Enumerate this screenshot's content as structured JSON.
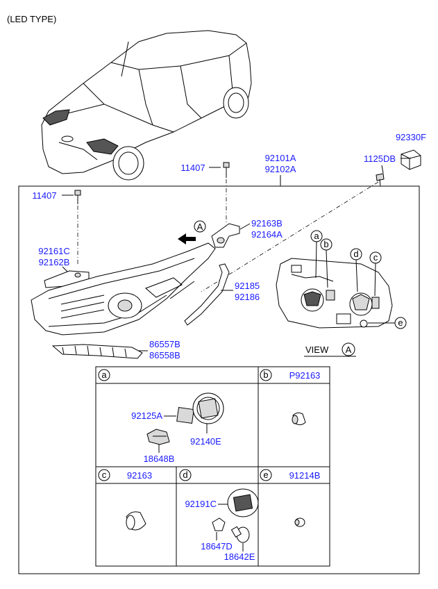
{
  "title": "(LED TYPE)",
  "view_label": "VIEW",
  "view_marker": "A",
  "arrow_marker": "A",
  "labels": {
    "p92330F": "92330F",
    "p1125DB": "1125DB",
    "p92101A": "92101A",
    "p92102A": "92102A",
    "p11407_top": "11407",
    "p11407_left": "11407",
    "p92163B": "92163B",
    "p92164A": "92164A",
    "p92161C": "92161C",
    "p92162B": "92162B",
    "p92185": "92185",
    "p92186": "92186",
    "p86557B": "86557B",
    "p86558B": "86558B"
  },
  "view_callouts": [
    "a",
    "b",
    "d",
    "c",
    "e"
  ],
  "table": {
    "cell_a": {
      "letter": "a",
      "parts": [
        "92125A",
        "92140E",
        "18648B"
      ]
    },
    "cell_b": {
      "letter": "b",
      "part": "P92163"
    },
    "cell_c": {
      "letter": "c",
      "part": "92163"
    },
    "cell_d": {
      "letter": "d",
      "parts": [
        "92191C",
        "18647D",
        "18642E"
      ]
    },
    "cell_e": {
      "letter": "e",
      "part": "91214B"
    }
  },
  "colors": {
    "label": "#1a1aff",
    "line": "#000000"
  }
}
